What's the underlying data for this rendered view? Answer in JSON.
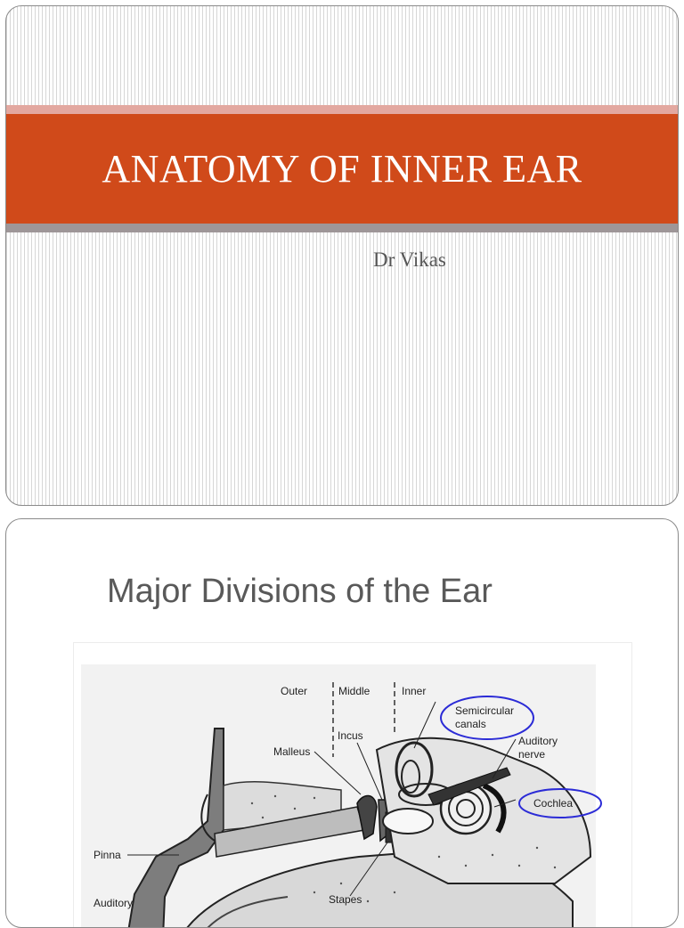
{
  "slide1": {
    "title": "ANATOMY OF INNER EAR",
    "author": "Dr Vikas"
  },
  "slide2": {
    "heading": "Major Divisions of the Ear",
    "figure_labels": {
      "outer": "Outer",
      "middle": "Middle",
      "inner": "Inner",
      "semicircular_1": "Semicircular",
      "semicircular_2": "canals",
      "incus": "Incus",
      "malleus": "Malleus",
      "auditory_nerve_1": "Auditory",
      "auditory_nerve_2": "nerve",
      "cochlea": "Cochlea",
      "pinna": "Pinna",
      "auditory": "Auditory",
      "stapes": "Stapes"
    }
  },
  "colors": {
    "title_band": "#d04a1a",
    "band_top": "#e3a8a0",
    "band_bottom": "#9e9698",
    "highlight_circle": "#2b2bd6"
  }
}
